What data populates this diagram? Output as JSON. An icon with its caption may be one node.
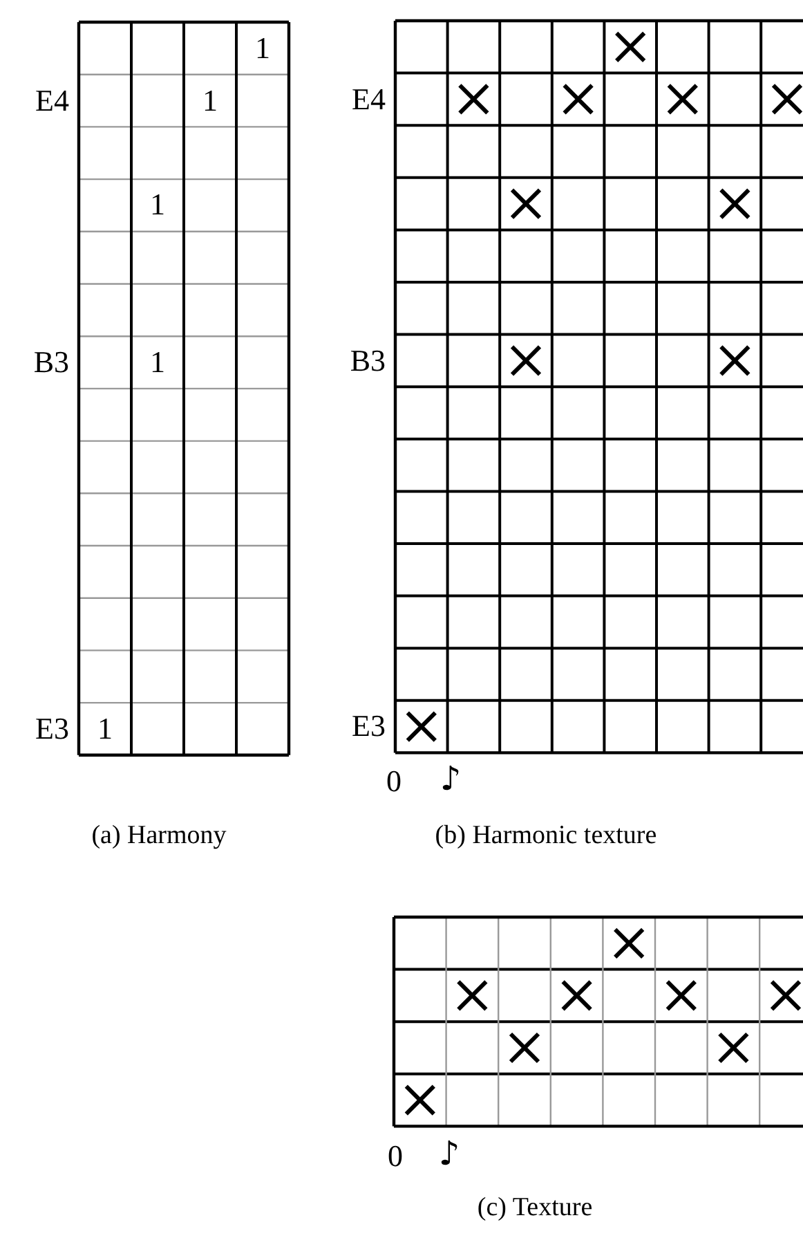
{
  "diagram": {
    "labels": [
      "1",
      "E4",
      "1",
      "E4",
      "1",
      "B3",
      "1",
      "B3",
      "E3",
      "1",
      "E3",
      "0",
      "♪",
      "(a) Harmony",
      "(b) Harmonic texture",
      "0",
      "♪",
      "(c) Texture"
    ]
  }
}
